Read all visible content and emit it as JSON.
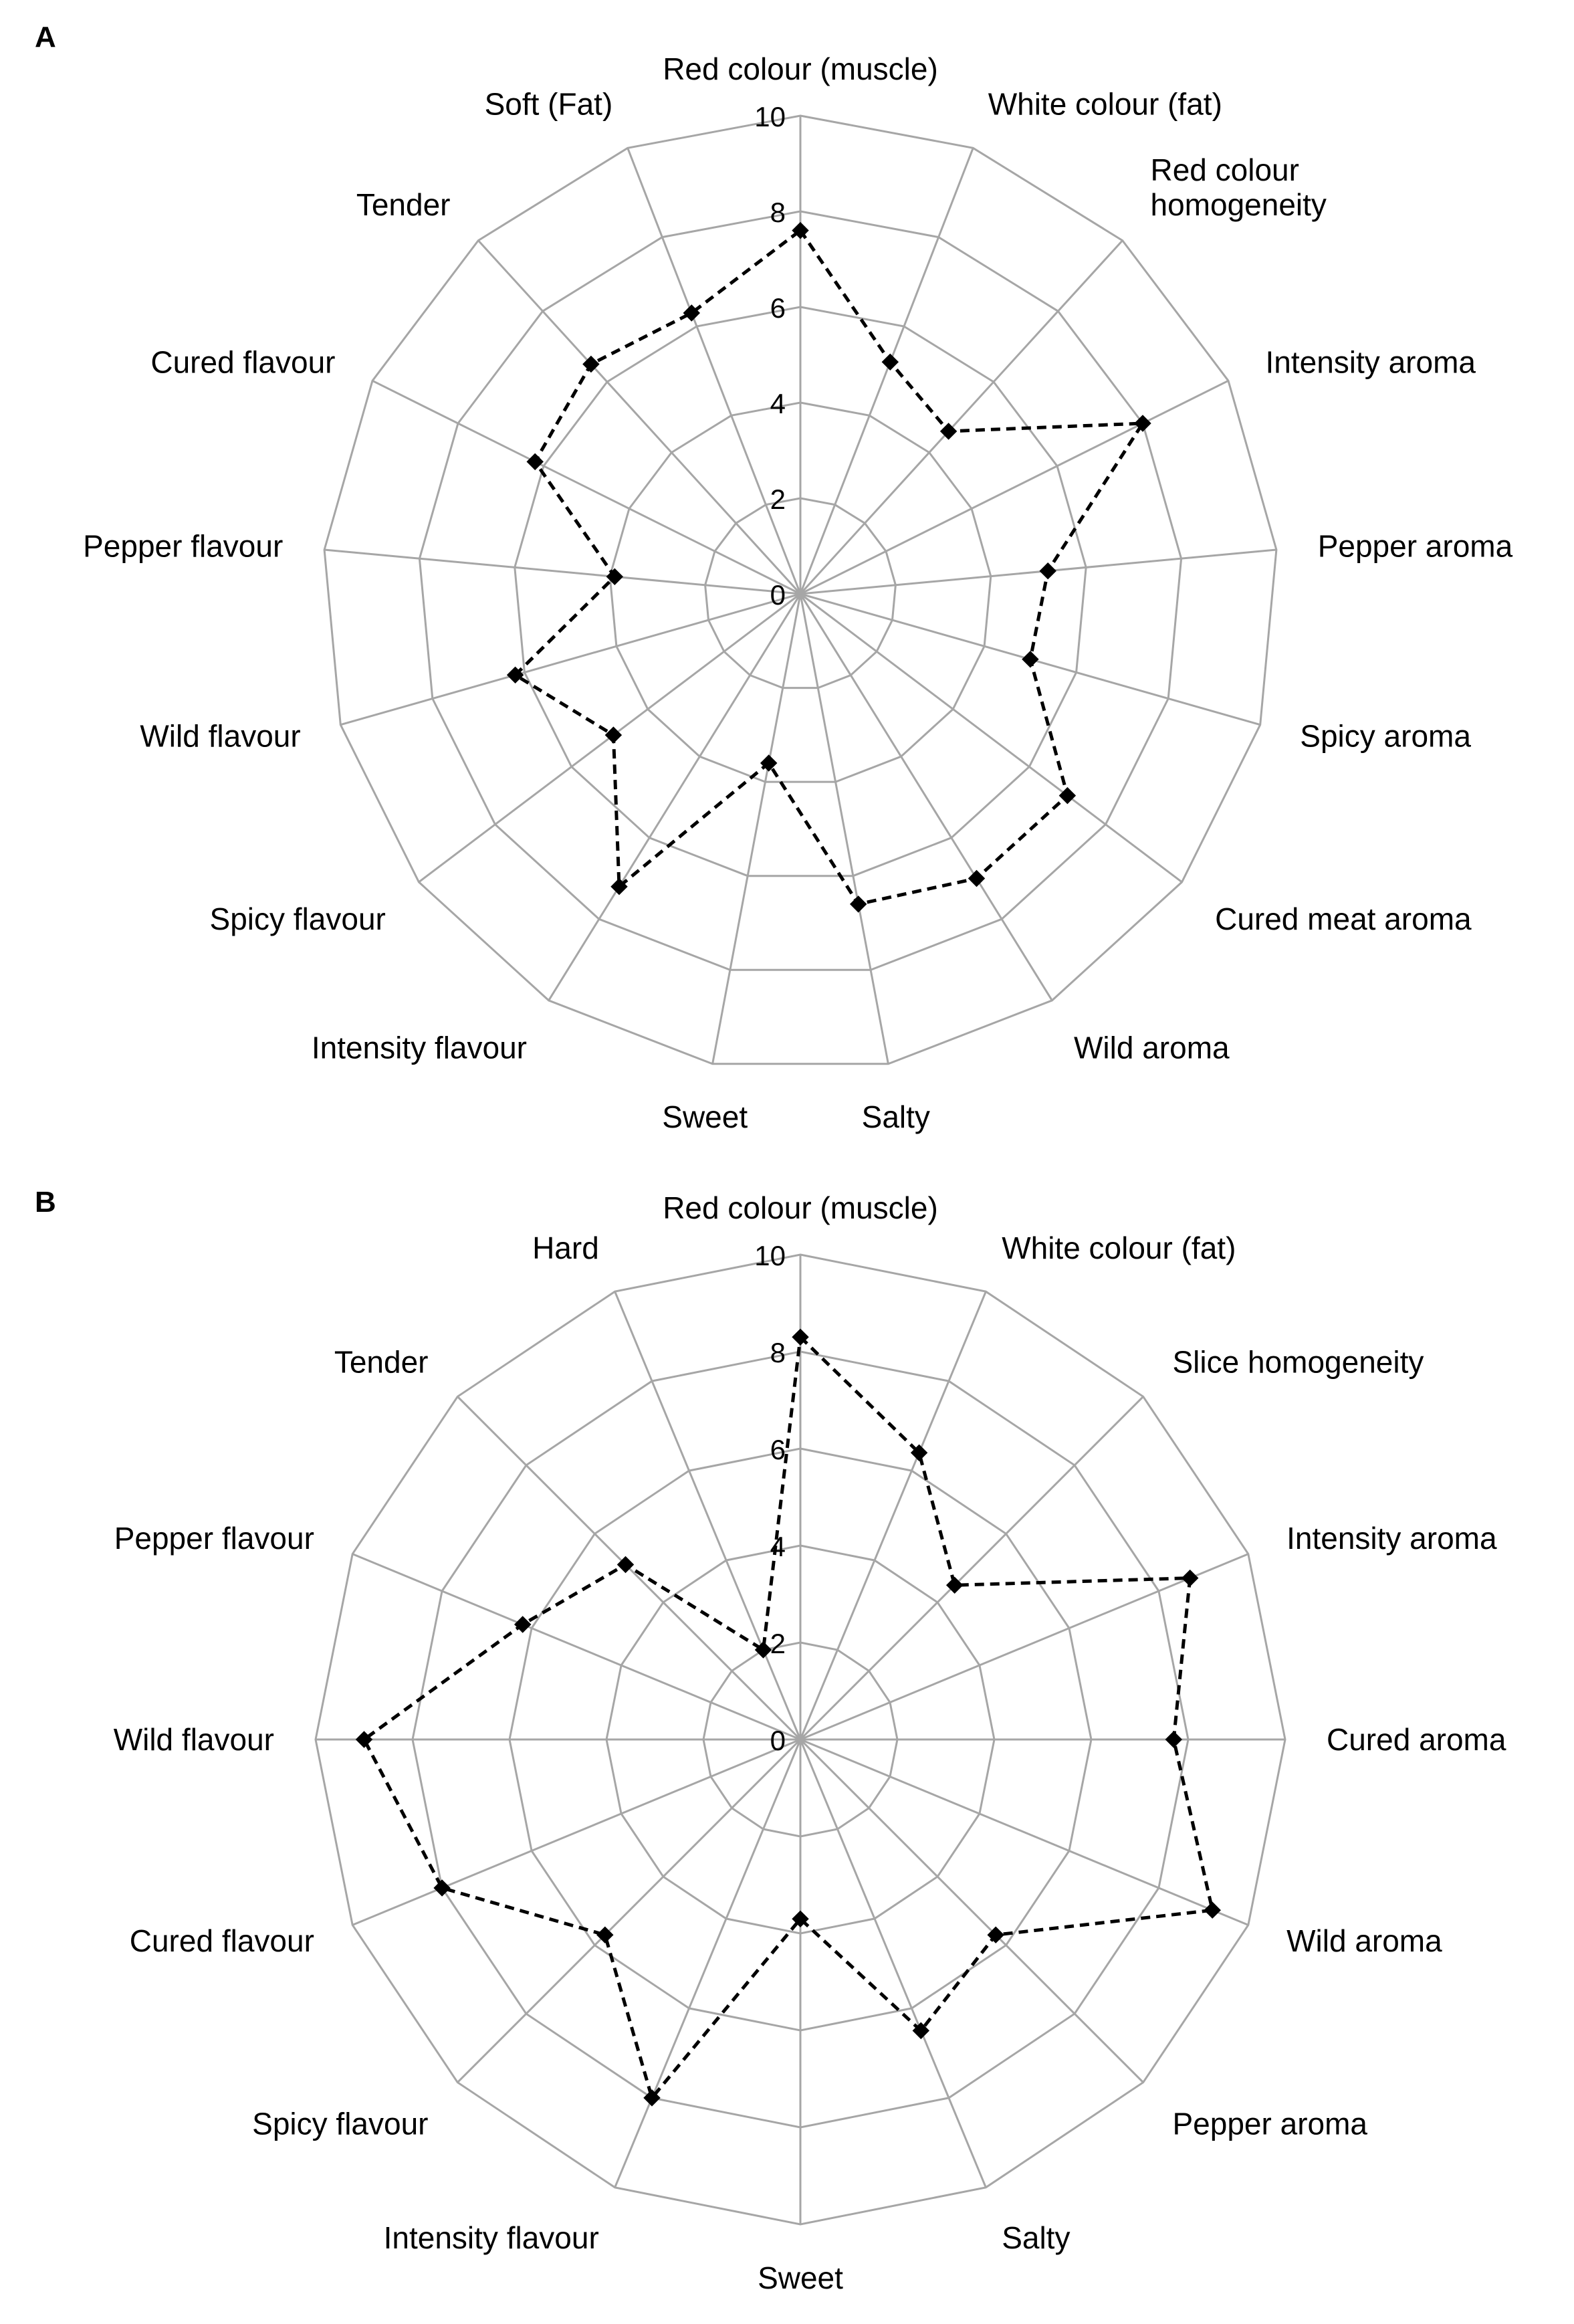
{
  "chart_data": [
    {
      "type": "radar",
      "panel": "A",
      "rlim": [
        0,
        10
      ],
      "ticks": [
        "0",
        "2",
        "4",
        "6",
        "8",
        "10"
      ],
      "grid": true,
      "axes": [
        "Red colour (muscle)",
        "White colour (fat)",
        "Red colour homogeneity",
        "Intensity aroma",
        "Pepper aroma",
        "Spicy aroma",
        "Cured meat aroma",
        "Wild aroma",
        "Salty",
        "Sweet",
        "Intensity flavour",
        "Spicy flavour",
        "Wild flavour",
        "Pepper flavour",
        "Cured flavour",
        "Tender",
        "Soft (Fat)"
      ],
      "label_lines": [
        [
          "Red colour (muscle)"
        ],
        [
          "White colour (fat)"
        ],
        [
          "Red colour",
          "homogeneity"
        ],
        [
          "Intensity aroma"
        ],
        [
          "Pepper aroma"
        ],
        [
          "Spicy aroma"
        ],
        [
          "Cured meat aroma"
        ],
        [
          "Wild aroma"
        ],
        [
          "Salty"
        ],
        [
          "Sweet"
        ],
        [
          "Intensity flavour"
        ],
        [
          "Spicy flavour"
        ],
        [
          "Wild flavour"
        ],
        [
          "Pepper flavour"
        ],
        [
          "Cured flavour"
        ],
        [
          "Tender"
        ],
        [
          "Soft (Fat)"
        ]
      ],
      "series": [
        {
          "values": [
            7.6,
            5.2,
            4.6,
            8.0,
            5.2,
            5.0,
            7.0,
            7.0,
            6.6,
            3.6,
            7.2,
            4.9,
            6.2,
            3.9,
            6.2,
            6.5,
            6.3
          ]
        }
      ]
    },
    {
      "type": "radar",
      "panel": "B",
      "rlim": [
        0,
        10
      ],
      "ticks": [
        "0",
        "2",
        "4",
        "6",
        "8",
        "10"
      ],
      "grid": true,
      "axes": [
        "Red colour (muscle)",
        "White colour (fat)",
        "Slice homogeneity",
        "Intensity aroma",
        "Cured aroma",
        "Wild aroma",
        "Pepper aroma",
        "Salty",
        "Sweet",
        "Intensity flavour",
        "Spicy flavour",
        "Cured flavour",
        "Wild flavour",
        "Pepper flavour",
        "Tender",
        "Hard"
      ],
      "label_lines": [
        [
          "Red colour (muscle)"
        ],
        [
          "White colour (fat)"
        ],
        [
          "Slice homogeneity"
        ],
        [
          "Intensity aroma"
        ],
        [
          "Cured aroma"
        ],
        [
          "Wild aroma"
        ],
        [
          "Pepper aroma"
        ],
        [
          "Salty"
        ],
        [
          "Sweet"
        ],
        [
          "Intensity flavour"
        ],
        [
          "Spicy flavour"
        ],
        [
          "Cured flavour"
        ],
        [
          "Wild flavour"
        ],
        [
          "Pepper flavour"
        ],
        [
          "Tender"
        ],
        [
          "Hard"
        ]
      ],
      "series": [
        {
          "values": [
            8.3,
            6.4,
            4.5,
            8.7,
            7.7,
            9.2,
            5.7,
            6.5,
            3.7,
            8.0,
            5.7,
            8.0,
            9.0,
            6.2,
            5.1,
            2.0
          ]
        }
      ]
    }
  ]
}
